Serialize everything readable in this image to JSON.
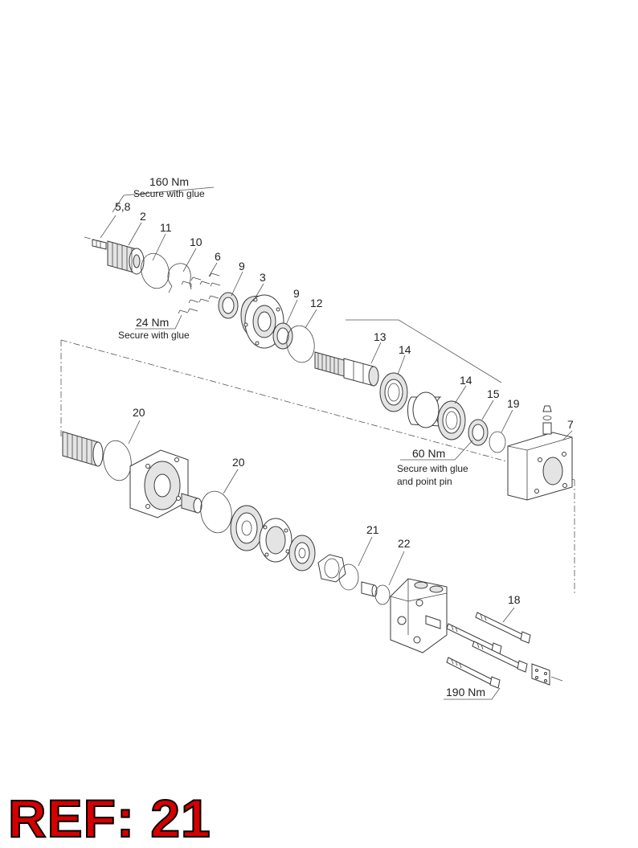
{
  "callouts": {
    "c1": "5,8",
    "c2": "2",
    "c3": "11",
    "c4": "10",
    "c5": "6",
    "c6": "9",
    "c7": "3",
    "c8": "9",
    "c9": "12",
    "c10": "13",
    "c11": "14",
    "c12": "14",
    "c13": "15",
    "c14": "19",
    "c15": "7",
    "c16": "20",
    "c17": "20",
    "c18": "21",
    "c19": "22",
    "c20": "18"
  },
  "torque": {
    "t160": {
      "value": "160 Nm",
      "note": "Secure with glue"
    },
    "t24": {
      "value": "24 Nm",
      "note": "Secure with glue"
    },
    "t60": {
      "value": "60 Nm",
      "note1": "Secure with glue",
      "note2": "and point pin"
    },
    "t190": {
      "value": "190 Nm"
    }
  },
  "ref": "REF: 21",
  "colors": {
    "ref_fill": "#d40000",
    "line": "#3a3a3a"
  }
}
